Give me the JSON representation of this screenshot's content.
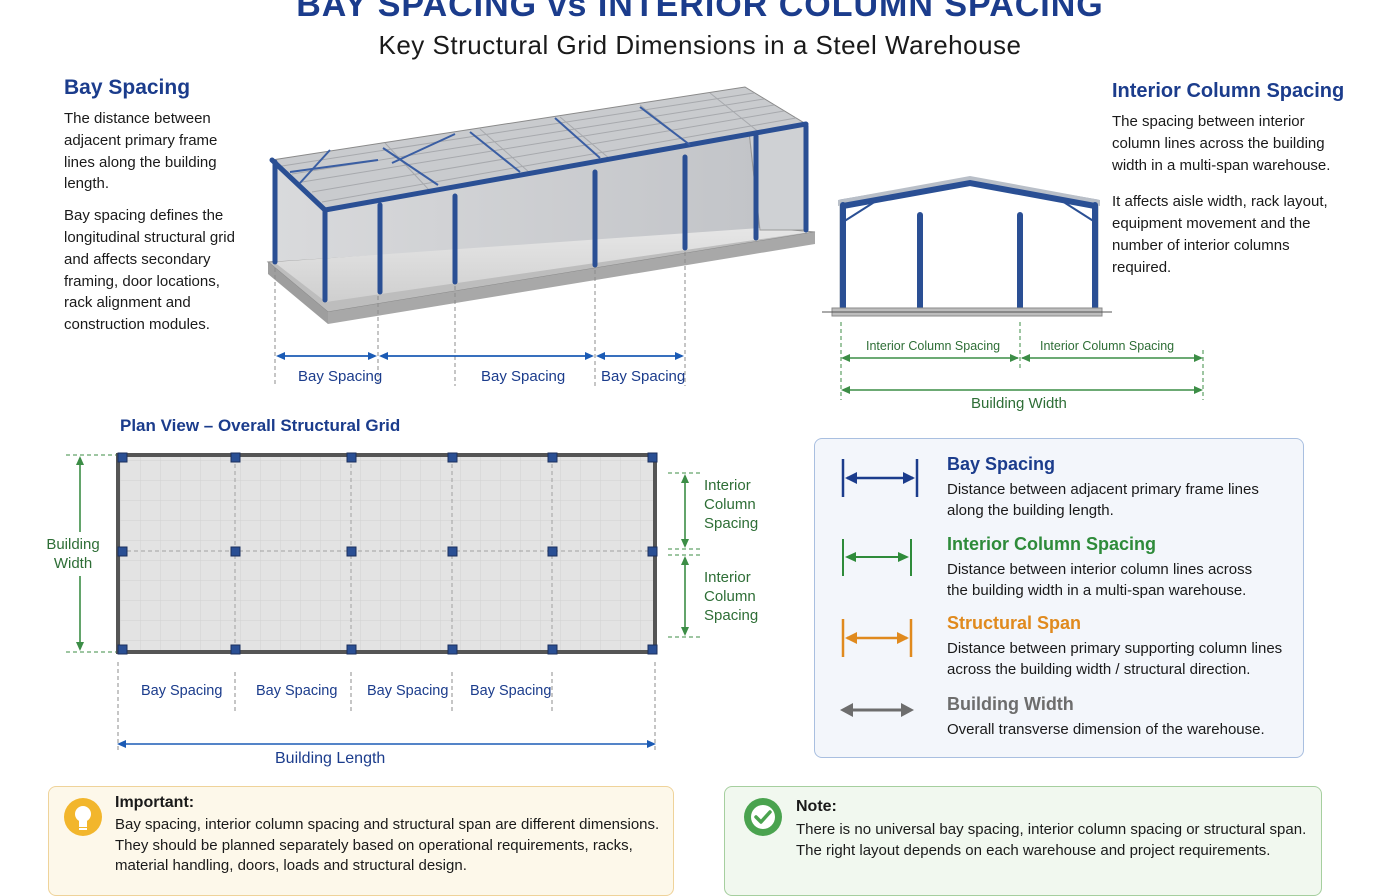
{
  "header": {
    "title": "BAY SPACING vs INTERIOR COLUMN SPACING",
    "subtitle": "Key Structural Grid Dimensions in a Steel Warehouse"
  },
  "left_intro": {
    "heading": "Bay Spacing",
    "para1": [
      "The distance between",
      "adjacent primary frame",
      "lines along the building",
      "length."
    ],
    "para2": [
      "Bay spacing defines the",
      "longitudinal structural grid",
      "and affects secondary",
      "framing, door locations,",
      "rack alignment and",
      "construction modules."
    ]
  },
  "right_intro": {
    "heading": "Interior Column Spacing",
    "para1": [
      "The spacing between interior",
      "column lines across the building",
      "width in a multi-span warehouse."
    ],
    "para2": [
      "It affects aisle width, rack layout,",
      "equipment movement and the",
      "number of interior columns",
      "required."
    ]
  },
  "iso_view": {
    "bay_labels": [
      "Bay Spacing",
      "Bay Spacing",
      "Bay Spacing"
    ]
  },
  "elevation_view": {
    "column_labels": [
      "Interior Column Spacing",
      "Interior Column Spacing"
    ],
    "width_label": "Building Width"
  },
  "plan_view": {
    "title": "Plan View – Overall Structural Grid",
    "width_label": [
      "Building",
      "Width"
    ],
    "column_spacing_label_top": [
      "Interior",
      "Column",
      "Spacing"
    ],
    "column_spacing_label_bottom": [
      "Interior",
      "Column",
      "Spacing"
    ],
    "bay_labels": [
      "Bay Spacing",
      "Bay Spacing",
      "Bay Spacing",
      "Bay Spacing"
    ],
    "length_label": "Building Length"
  },
  "legend": {
    "items": [
      {
        "title": "Bay Spacing",
        "color": "#1b3c8c",
        "desc": [
          "Distance between adjacent primary frame lines",
          "along the building length."
        ]
      },
      {
        "title": "Interior Column Spacing",
        "color": "#2e8b3a",
        "desc": [
          "Distance between interior column lines across",
          "the building width in a multi-span warehouse."
        ]
      },
      {
        "title": "Structural Span",
        "color": "#e08a1e",
        "desc": [
          "Distance between primary supporting column lines",
          "across the building width / structural direction."
        ]
      },
      {
        "title": "Building Width",
        "color": "#6d6d6d",
        "desc": [
          "Overall transverse dimension of the warehouse."
        ]
      }
    ]
  },
  "important": {
    "heading": "Important:",
    "lines": [
      "Bay spacing, interior column spacing and structural span are different dimensions.",
      "They should be planned separately based on operational requirements, racks,",
      "material handling, doors, loads and structural design."
    ],
    "icon": "lightbulb-icon"
  },
  "note": {
    "heading": "Note:",
    "lines": [
      "There is no universal bay spacing, interior column spacing or structural span.",
      "The right layout depends on each warehouse and project requirements."
    ],
    "icon": "check-circle-icon"
  },
  "colors": {
    "blue": "#1b3c8c",
    "green": "#2e8b3a",
    "orange": "#e08a1e",
    "gray": "#6d6d6d"
  }
}
